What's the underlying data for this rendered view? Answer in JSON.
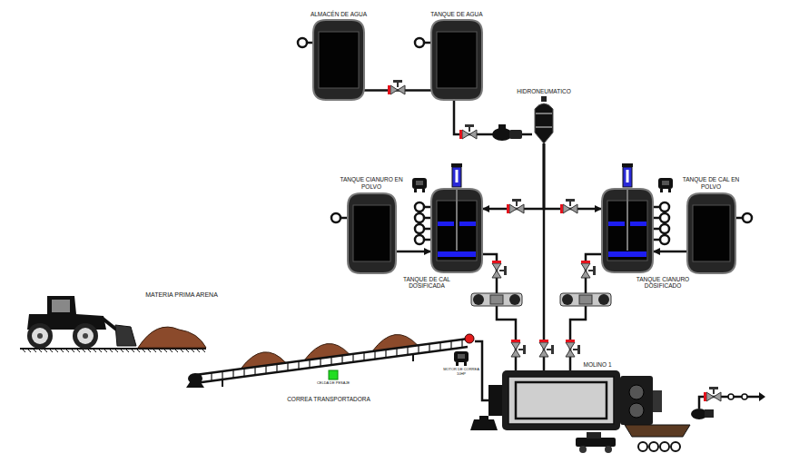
{
  "diagram": {
    "nodes": [
      {
        "text": [
          "ALMACÉN DE AGUA"
        ]
      },
      {
        "text": [
          "TANQUE DE AGUA"
        ]
      },
      {
        "text": [
          "HIDRONEUMATICO"
        ]
      },
      {
        "text": [
          "TANQUE CIANURO EN POLVO"
        ]
      },
      {
        "text": [
          "TANQUE DE CAL DOSIFICADA"
        ]
      },
      {
        "text": [
          "TANQUE CIANURO DOSIFICADO"
        ]
      },
      {
        "text": [
          "TANQUE DE CAL EN POLVO"
        ]
      },
      {
        "text": [
          "MATERIA PRIMA ARENA"
        ]
      },
      {
        "text": [
          "CORREA TRANSPORTADORA"
        ]
      },
      {
        "text": [
          "MOLINO 1"
        ]
      }
    ],
    "edges": [
      {
        "from": 0,
        "to": 1,
        "arrow": "none"
      },
      {
        "from": 1,
        "to": 2,
        "arrow": "none"
      },
      {
        "from": 2,
        "to": 4,
        "arrow": "to"
      },
      {
        "from": 2,
        "to": 5,
        "arrow": "to"
      },
      {
        "from": 2,
        "to": 9,
        "arrow": "none"
      },
      {
        "from": 4,
        "to": 9,
        "arrow": "none"
      },
      {
        "from": 5,
        "to": 9,
        "arrow": "none"
      },
      {
        "from": 3,
        "to": 4,
        "arrow": "to"
      },
      {
        "from": 6,
        "to": 5,
        "arrow": "to"
      },
      {
        "from": 8,
        "to": 9,
        "arrow": "none"
      }
    ],
    "labels": [
      "CELDA DE PESAJE",
      "MOTOR DE CORREA 10HP"
    ]
  }
}
